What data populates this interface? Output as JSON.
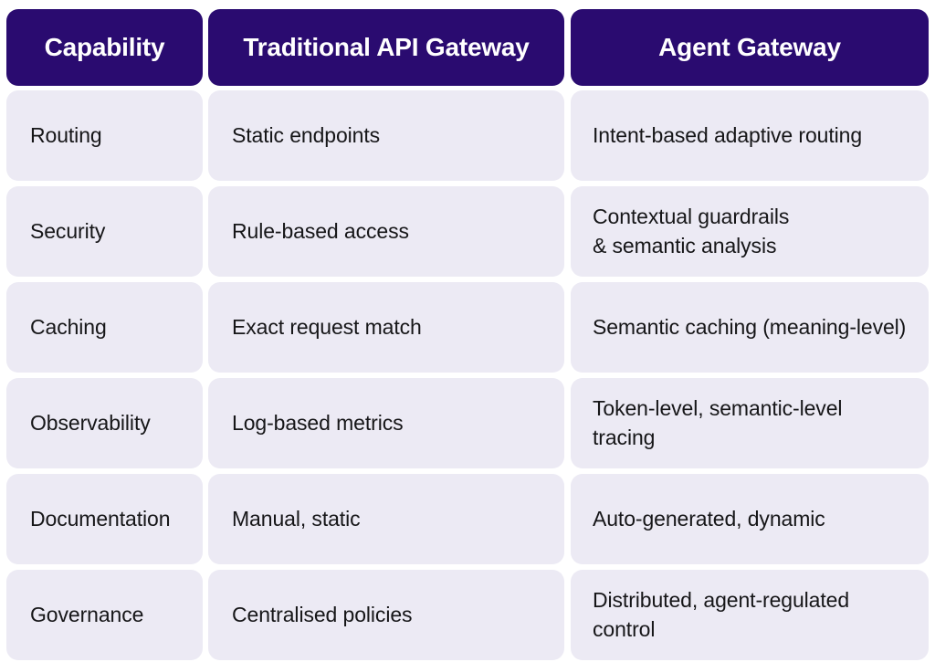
{
  "table": {
    "columns": [
      {
        "key": "capability",
        "header": "Capability"
      },
      {
        "key": "traditional",
        "header": "Traditional API Gateway"
      },
      {
        "key": "agent",
        "header": "Agent Gateway"
      }
    ],
    "rows": [
      {
        "capability": "Routing",
        "traditional": "Static endpoints",
        "agent": "Intent-based adaptive routing"
      },
      {
        "capability": "Security",
        "traditional": "Rule-based access",
        "agent": "Contextual guardrails\n& semantic analysis"
      },
      {
        "capability": "Caching",
        "traditional": "Exact request match",
        "agent": "Semantic caching (meaning-level)"
      },
      {
        "capability": "Observability",
        "traditional": "Log-based metrics",
        "agent": "Token-level, semantic-level tracing"
      },
      {
        "capability": "Documentation",
        "traditional": "Manual, static",
        "agent": " Auto-generated, dynamic"
      },
      {
        "capability": "Governance",
        "traditional": "Centralised policies",
        "agent": "Distributed, agent-regulated control"
      }
    ]
  },
  "colors": {
    "header_background": "#2A0B70",
    "header_text": "#FFFFFF",
    "cell_background": "#ECEAF4",
    "cell_text": "#161618",
    "page_background": "#FFFFFF"
  }
}
